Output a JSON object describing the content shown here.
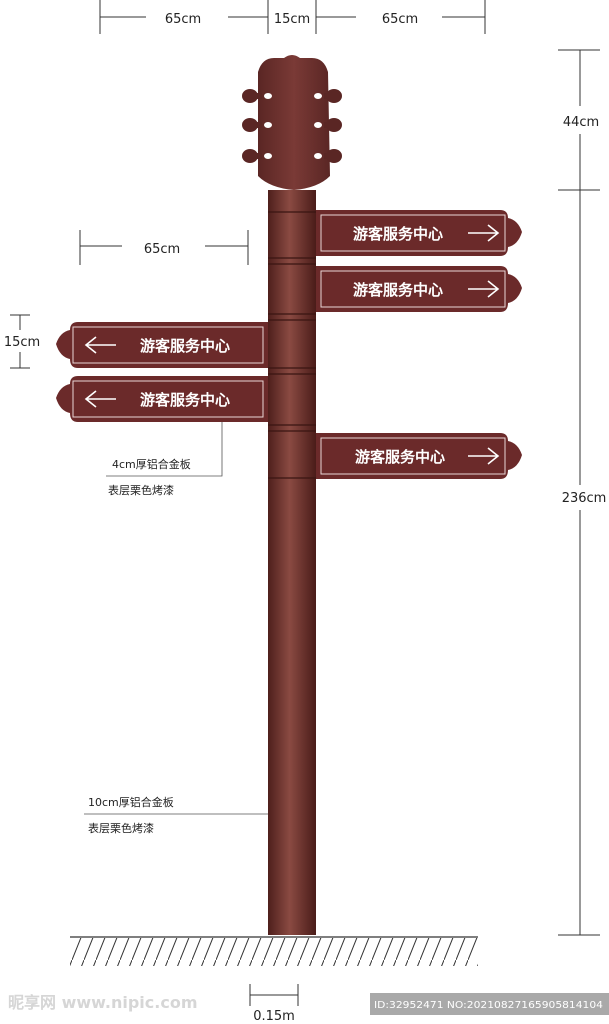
{
  "dimensions": {
    "top_left_width": "65cm",
    "top_center_width": "15cm",
    "top_right_width": "65cm",
    "sign_width": "65cm",
    "sign_height": "15cm",
    "head_height": "44cm",
    "pole_height": "236cm",
    "base_width": "0.15m"
  },
  "signs": [
    {
      "text": "游客服务中心",
      "direction": "right"
    },
    {
      "text": "游客服务中心",
      "direction": "right"
    },
    {
      "text": "游客服务中心",
      "direction": "left"
    },
    {
      "text": "游客服务中心",
      "direction": "left"
    },
    {
      "text": "游客服务中心",
      "direction": "right"
    }
  ],
  "notes": {
    "sign_material_line1": "4cm厚铝合金板",
    "sign_material_line2": "表层栗色烤漆",
    "pole_material_line1": "10cm厚铝合金板",
    "pole_material_line2": "表层栗色烤漆"
  },
  "watermark": {
    "logo": "昵享网 www.nipic.com",
    "id_text": "ID:32952471 NO:20210827165905814104"
  },
  "colors": {
    "pole": "#6b2d28",
    "sign": "#6b2a2a",
    "border": "#e8d6d6"
  }
}
